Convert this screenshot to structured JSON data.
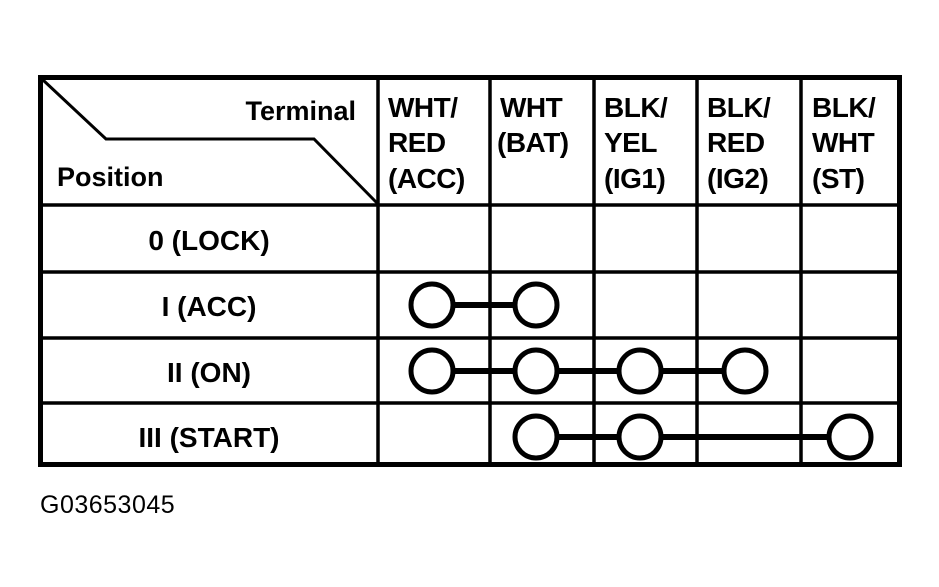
{
  "figure": {
    "caption": "G03653045",
    "corner_header": {
      "terminal_label": "Terminal",
      "position_label": "Position"
    },
    "accent_color": "#000000",
    "background_color": "#ffffff"
  },
  "chart_data": {
    "type": "table",
    "title": "",
    "xlabel": "Terminal",
    "ylabel": "Position",
    "categories": [
      "WHT/RED (ACC)",
      "WHT (BAT)",
      "BLK/YEL (IG1)",
      "BLK/RED (IG2)",
      "BLK/WHT (ST)"
    ],
    "columns": [
      {
        "id": "acc",
        "wire": "WHT/",
        "wire2": "RED",
        "terminal": "(ACC)"
      },
      {
        "id": "bat",
        "wire": "WHT",
        "wire2": "(BAT)",
        "terminal": ""
      },
      {
        "id": "ig1",
        "wire": "BLK/",
        "wire2": "YEL",
        "terminal": "(IG1)"
      },
      {
        "id": "ig2",
        "wire": "BLK/",
        "wire2": "RED",
        "terminal": "(IG2)"
      },
      {
        "id": "st",
        "wire": "BLK/",
        "wire2": "WHT",
        "terminal": "(ST)"
      }
    ],
    "rows": [
      {
        "label": "0 (LOCK)",
        "contacts": [],
        "links": []
      },
      {
        "label": "I (ACC)",
        "contacts": [
          "acc",
          "bat"
        ],
        "links": [
          [
            "acc",
            "bat"
          ]
        ]
      },
      {
        "label": "II (ON)",
        "contacts": [
          "acc",
          "bat",
          "ig1",
          "ig2"
        ],
        "links": [
          [
            "acc",
            "bat"
          ],
          [
            "bat",
            "ig1"
          ],
          [
            "ig1",
            "ig2"
          ]
        ]
      },
      {
        "label": "III (START)",
        "contacts": [
          "bat",
          "ig1",
          "st"
        ],
        "links": [
          [
            "bat",
            "ig1"
          ],
          [
            "ig1",
            "st"
          ]
        ]
      }
    ]
  }
}
